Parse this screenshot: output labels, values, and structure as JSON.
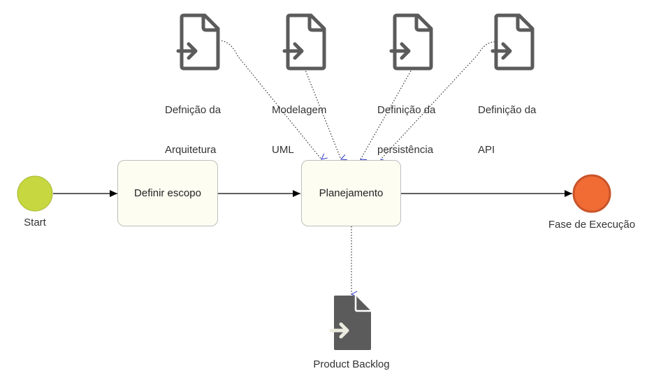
{
  "colors": {
    "start_fill": "#c6d73f",
    "start_stroke": "#a8b83a",
    "end_fill": "#f16b35",
    "end_stroke": "#c8542a",
    "task_fill": "#fdfdf2",
    "doc_icon": "#5b5b5b",
    "assoc_arrow": "#2a34c9",
    "flow": "#000000"
  },
  "events": {
    "start_label": "Start",
    "end_label": "Fase de Execução"
  },
  "tasks": {
    "define_scope": "Definir escopo",
    "planning": "Planejamento"
  },
  "inputs": [
    {
      "icon": "input-document-icon",
      "line1": "Defnição da",
      "line2": "Arquitetura"
    },
    {
      "icon": "input-document-icon",
      "line1": "Modelagem",
      "line2": "UML"
    },
    {
      "icon": "input-document-icon",
      "line1": "Definição da",
      "line2": "persistência"
    },
    {
      "icon": "input-document-icon",
      "line1": "Definição da",
      "line2": "API"
    }
  ],
  "output": {
    "icon": "output-document-icon",
    "label": "Product Backlog"
  }
}
